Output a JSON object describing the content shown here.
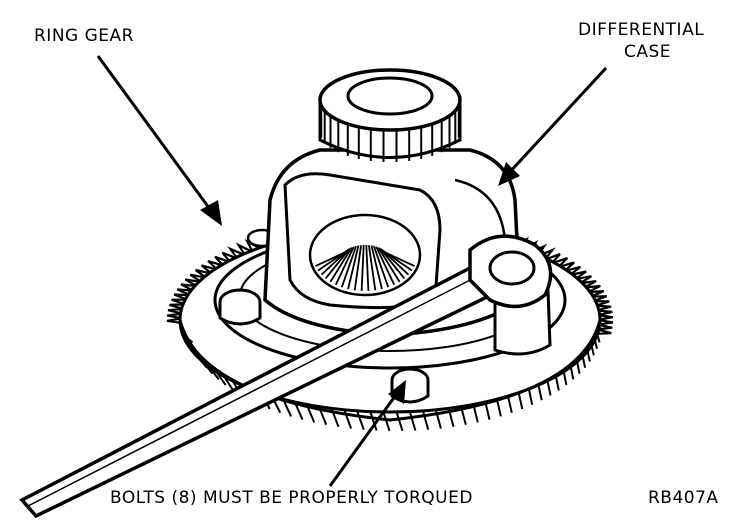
{
  "labels": {
    "ring_gear": "RING GEAR",
    "differential_line1": "DIFFERENTIAL",
    "differential_line2": "CASE",
    "bolts": "BOLTS (8) MUST BE PROPERLY TORQUED",
    "figure_code": "RB407A"
  },
  "colors": {
    "ink": "#000000",
    "paper": "#ffffff"
  }
}
